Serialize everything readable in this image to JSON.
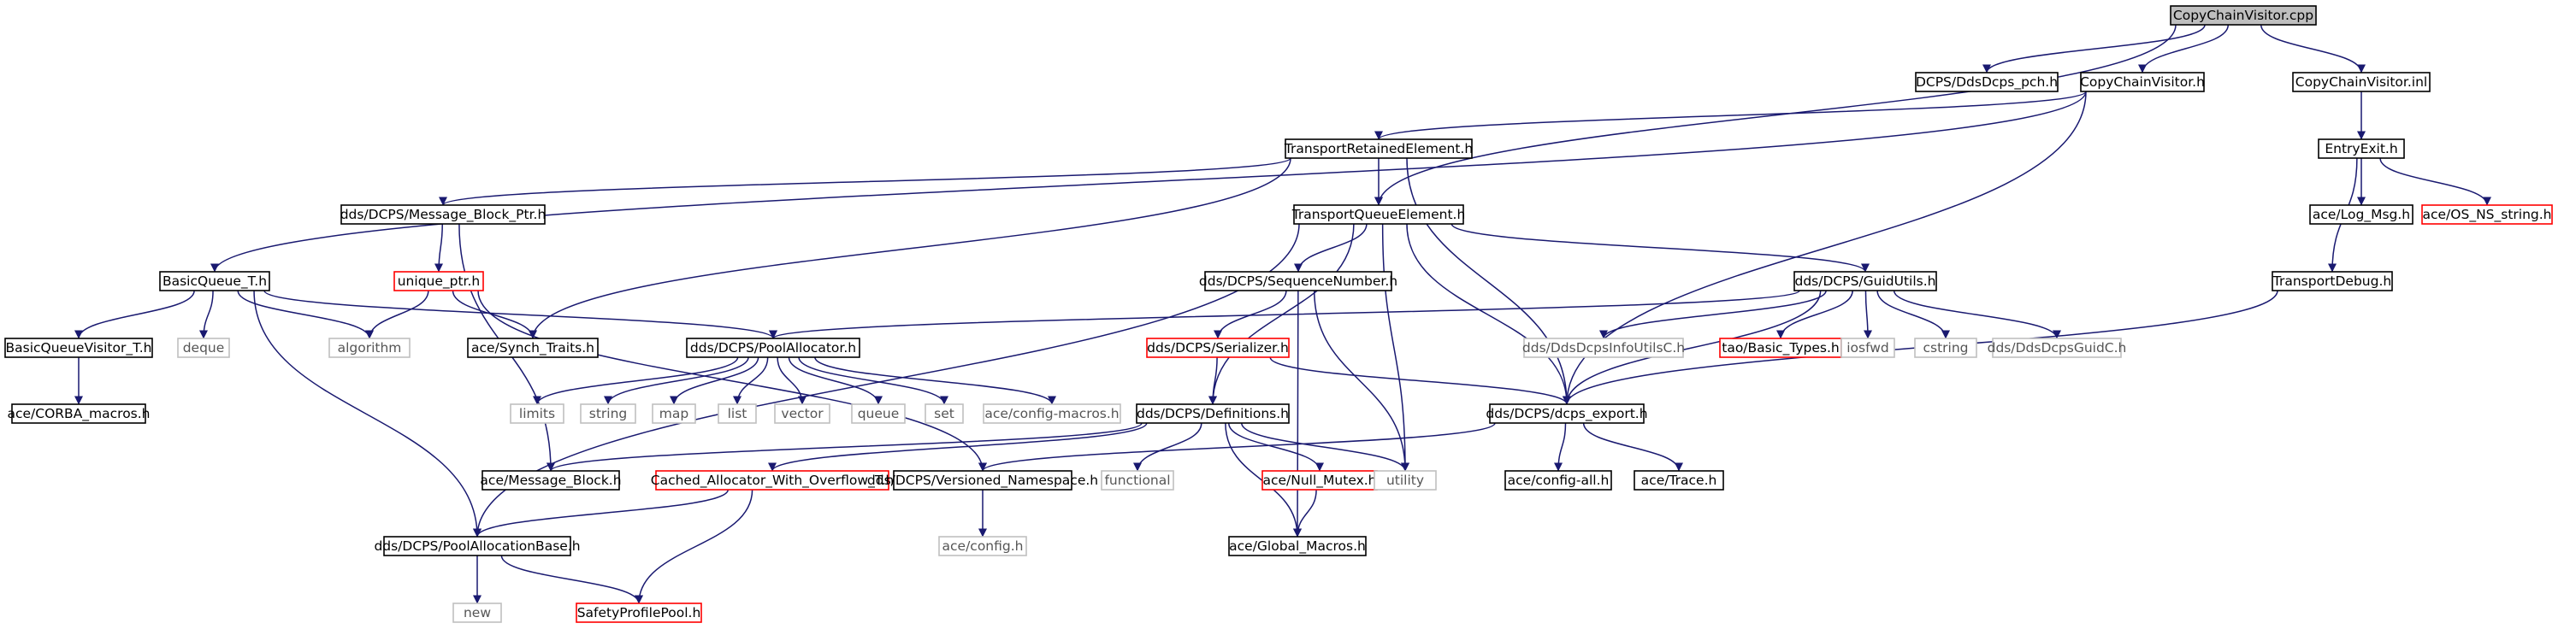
{
  "diagram": {
    "title": "CopyChainVisitor.cpp",
    "colors": {
      "edge": "#191970",
      "root_fill": "#bfbfbf",
      "normal_border": "#000000",
      "external_border": "#bfbfbf",
      "truncated_border": "#ff0000",
      "text_normal": "#000000",
      "text_external": "#555555"
    },
    "nodes": [
      {
        "id": "root",
        "label": "CopyChainVisitor.cpp",
        "style": "root"
      },
      {
        "id": "pch",
        "label": "DCPS/DdsDcps_pch.h",
        "style": "normal"
      },
      {
        "id": "ccvh",
        "label": "CopyChainVisitor.h",
        "style": "normal"
      },
      {
        "id": "ccvinl",
        "label": "CopyChainVisitor.inl",
        "style": "normal"
      },
      {
        "id": "tre",
        "label": "TransportRetainedElement.h",
        "style": "normal"
      },
      {
        "id": "entry",
        "label": "EntryExit.h",
        "style": "normal"
      },
      {
        "id": "mbp",
        "label": "dds/DCPS/Message_Block_Ptr.h",
        "style": "normal"
      },
      {
        "id": "tqe",
        "label": "TransportQueueElement.h",
        "style": "normal"
      },
      {
        "id": "logmsg",
        "label": "ace/Log_Msg.h",
        "style": "normal"
      },
      {
        "id": "nsstr",
        "label": "ace/OS_NS_string.h",
        "style": "truncated"
      },
      {
        "id": "bq",
        "label": "BasicQueue_T.h",
        "style": "normal"
      },
      {
        "id": "uptr",
        "label": "unique_ptr.h",
        "style": "truncated"
      },
      {
        "id": "seqnum",
        "label": "dds/DCPS/SequenceNumber.h",
        "style": "normal"
      },
      {
        "id": "guid",
        "label": "dds/DCPS/GuidUtils.h",
        "style": "normal"
      },
      {
        "id": "tdebug",
        "label": "TransportDebug.h",
        "style": "normal"
      },
      {
        "id": "bqv",
        "label": "BasicQueueVisitor_T.h",
        "style": "normal"
      },
      {
        "id": "deque",
        "label": "deque",
        "style": "external"
      },
      {
        "id": "algo",
        "label": "algorithm",
        "style": "external"
      },
      {
        "id": "synch",
        "label": "ace/Synch_Traits.h",
        "style": "normal"
      },
      {
        "id": "palloc",
        "label": "dds/DCPS/PoolAllocator.h",
        "style": "normal"
      },
      {
        "id": "ser",
        "label": "dds/DCPS/Serializer.h",
        "style": "truncated"
      },
      {
        "id": "infoutils",
        "label": "dds/DdsDcpsInfoUtilsC.h",
        "style": "external"
      },
      {
        "id": "basictypes",
        "label": "tao/Basic_Types.h",
        "style": "truncated"
      },
      {
        "id": "iosfwd",
        "label": "iosfwd",
        "style": "external"
      },
      {
        "id": "cstring",
        "label": "cstring",
        "style": "external"
      },
      {
        "id": "guidc",
        "label": "dds/DdsDcpsGuidC.h",
        "style": "external"
      },
      {
        "id": "corba",
        "label": "ace/CORBA_macros.h",
        "style": "normal"
      },
      {
        "id": "limits",
        "label": "limits",
        "style": "external"
      },
      {
        "id": "string",
        "label": "string",
        "style": "external"
      },
      {
        "id": "map",
        "label": "map",
        "style": "external"
      },
      {
        "id": "list",
        "label": "list",
        "style": "external"
      },
      {
        "id": "vector",
        "label": "vector",
        "style": "external"
      },
      {
        "id": "queue",
        "label": "queue",
        "style": "external"
      },
      {
        "id": "set",
        "label": "set",
        "style": "external"
      },
      {
        "id": "cfgmacros",
        "label": "ace/config-macros.h",
        "style": "external"
      },
      {
        "id": "defs",
        "label": "dds/DCPS/Definitions.h",
        "style": "normal"
      },
      {
        "id": "export",
        "label": "dds/DCPS/dcps_export.h",
        "style": "normal"
      },
      {
        "id": "msgblock",
        "label": "ace/Message_Block.h",
        "style": "normal"
      },
      {
        "id": "cached",
        "label": "Cached_Allocator_With_Overflow_T.h",
        "style": "truncated"
      },
      {
        "id": "versioned",
        "label": "dds/DCPS/Versioned_Namespace.h",
        "style": "normal"
      },
      {
        "id": "functional",
        "label": "functional",
        "style": "external"
      },
      {
        "id": "nullmutex",
        "label": "ace/Null_Mutex.h",
        "style": "truncated"
      },
      {
        "id": "utility",
        "label": "utility",
        "style": "external"
      },
      {
        "id": "cfgall",
        "label": "ace/config-all.h",
        "style": "normal"
      },
      {
        "id": "trace",
        "label": "ace/Trace.h",
        "style": "normal"
      },
      {
        "id": "pab",
        "label": "dds/DCPS/PoolAllocationBase.h",
        "style": "normal"
      },
      {
        "id": "acecfg",
        "label": "ace/config.h",
        "style": "external"
      },
      {
        "id": "globalmacros",
        "label": "ace/Global_Macros.h",
        "style": "normal"
      },
      {
        "id": "new",
        "label": "new",
        "style": "external"
      },
      {
        "id": "safety",
        "label": "SafetyProfilePool.h",
        "style": "truncated"
      }
    ],
    "edges": [
      [
        "root",
        "pch"
      ],
      [
        "root",
        "ccvh"
      ],
      [
        "root",
        "ccvinl"
      ],
      [
        "root",
        "tqe"
      ],
      [
        "ccvh",
        "tre"
      ],
      [
        "ccvh",
        "bq"
      ],
      [
        "ccvh",
        "export"
      ],
      [
        "ccvinl",
        "entry"
      ],
      [
        "entry",
        "logmsg"
      ],
      [
        "entry",
        "nsstr"
      ],
      [
        "entry",
        "tdebug"
      ],
      [
        "tre",
        "mbp"
      ],
      [
        "tre",
        "tqe"
      ],
      [
        "tre",
        "synch"
      ],
      [
        "tre",
        "export"
      ],
      [
        "mbp",
        "uptr"
      ],
      [
        "mbp",
        "msgblock"
      ],
      [
        "uptr",
        "algo"
      ],
      [
        "uptr",
        "synch"
      ],
      [
        "uptr",
        "versioned"
      ],
      [
        "tqe",
        "seqnum"
      ],
      [
        "tqe",
        "guid"
      ],
      [
        "tqe",
        "defs"
      ],
      [
        "tqe",
        "export"
      ],
      [
        "tqe",
        "pab"
      ],
      [
        "tqe",
        "utility"
      ],
      [
        "bq",
        "bqv"
      ],
      [
        "bq",
        "deque"
      ],
      [
        "bq",
        "algo"
      ],
      [
        "bq",
        "palloc"
      ],
      [
        "bq",
        "pab"
      ],
      [
        "bqv",
        "corba"
      ],
      [
        "seqnum",
        "ser"
      ],
      [
        "seqnum",
        "utility"
      ],
      [
        "seqnum",
        "globalmacros"
      ],
      [
        "ser",
        "defs"
      ],
      [
        "ser",
        "export"
      ],
      [
        "guid",
        "palloc"
      ],
      [
        "guid",
        "infoutils"
      ],
      [
        "guid",
        "basictypes"
      ],
      [
        "guid",
        "iosfwd"
      ],
      [
        "guid",
        "cstring"
      ],
      [
        "guid",
        "guidc"
      ],
      [
        "guid",
        "export"
      ],
      [
        "tdebug",
        "export"
      ],
      [
        "palloc",
        "limits"
      ],
      [
        "palloc",
        "string"
      ],
      [
        "palloc",
        "map"
      ],
      [
        "palloc",
        "list"
      ],
      [
        "palloc",
        "vector"
      ],
      [
        "palloc",
        "queue"
      ],
      [
        "palloc",
        "set"
      ],
      [
        "palloc",
        "cfgmacros"
      ],
      [
        "defs",
        "msgblock"
      ],
      [
        "defs",
        "cached"
      ],
      [
        "defs",
        "functional"
      ],
      [
        "defs",
        "nullmutex"
      ],
      [
        "defs",
        "utility"
      ],
      [
        "defs",
        "globalmacros"
      ],
      [
        "export",
        "versioned"
      ],
      [
        "export",
        "cfgall"
      ],
      [
        "export",
        "trace"
      ],
      [
        "cached",
        "pab"
      ],
      [
        "cached",
        "safety"
      ],
      [
        "nullmutex",
        "globalmacros"
      ],
      [
        "versioned",
        "acecfg"
      ],
      [
        "pab",
        "new"
      ],
      [
        "pab",
        "safety"
      ]
    ]
  }
}
